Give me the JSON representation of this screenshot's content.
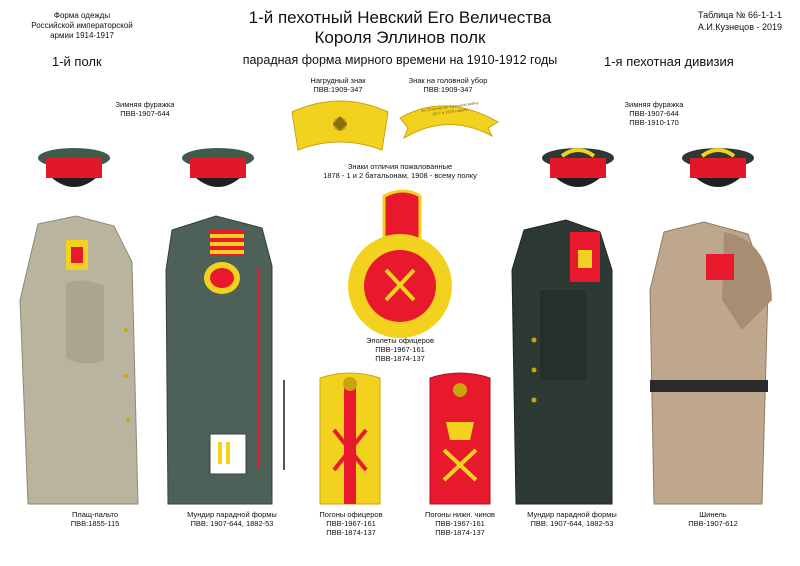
{
  "header": {
    "left_note": [
      "Форма одежды",
      "Российской императорской",
      "армии  1914-1917"
    ],
    "title_line1": "1-й пехотный Невский Его Величества",
    "title_line2": "Короля Эллинов полк",
    "subtitle": "парадная форма мирного времени на 1910-1912 годы",
    "table_no": "Таблица № 66-1-1-1",
    "author": "А.И.Кузнецов - 2019",
    "regiment": "1-й полк",
    "division": "1-я пехотная дивизия"
  },
  "badges": {
    "breast_badge": [
      "Нагрудный знак",
      "ПВВ:1909-347"
    ],
    "head_badge": [
      "Знак на головной убор",
      "ПВВ:1909-347"
    ],
    "head_badge_text": [
      "За Отличие въ Турецкую войну",
      "1877 и 1878 годовъ."
    ],
    "awards": [
      "Знаки отличия  пожалованные",
      "1878 - 1 и 2 батальонам, 1908 - всему полку"
    ]
  },
  "caps": {
    "left": [
      "Зимняя фуражка",
      "ПВВ-1907-644"
    ],
    "right": [
      "Зимняя фуражка",
      "ПВВ-1907-644",
      "ПВВ-1910-170"
    ]
  },
  "items": {
    "coat": [
      "Плащ-пальто",
      "ПВВ:1855-115"
    ],
    "tunic_left": [
      "Мундир парадной формы",
      "ПВВ: 1907-644, 1882-53"
    ],
    "officer_boards": [
      "Погоны офицеров",
      "ПВВ-1967-161",
      "ПВВ-1874-137"
    ],
    "nco_boards": [
      "Погоны нижн. чинов",
      "ПВВ-1967-161",
      "ПВВ-1874-137"
    ],
    "tunic_right": [
      "Мундир парадной формы",
      "ПВВ: 1907-644, 1882-53"
    ],
    "greatcoat": [
      "Шинель",
      "ПВВ-1907-612"
    ],
    "epaulettes": [
      "Эполеты офицеров",
      "ПВВ-1967-161",
      "ПВВ-1874-137"
    ]
  },
  "colors": {
    "cap_band": "#e0182a",
    "cap_crown": "#3d5c4c",
    "tunic_green": "#4d6158",
    "tunic_dark": "#2d3a33",
    "coat_grey": "#b8b49e",
    "greatcoat_tan": "#bfa78e",
    "gold": "#f2d21e",
    "red": "#e8192c"
  }
}
